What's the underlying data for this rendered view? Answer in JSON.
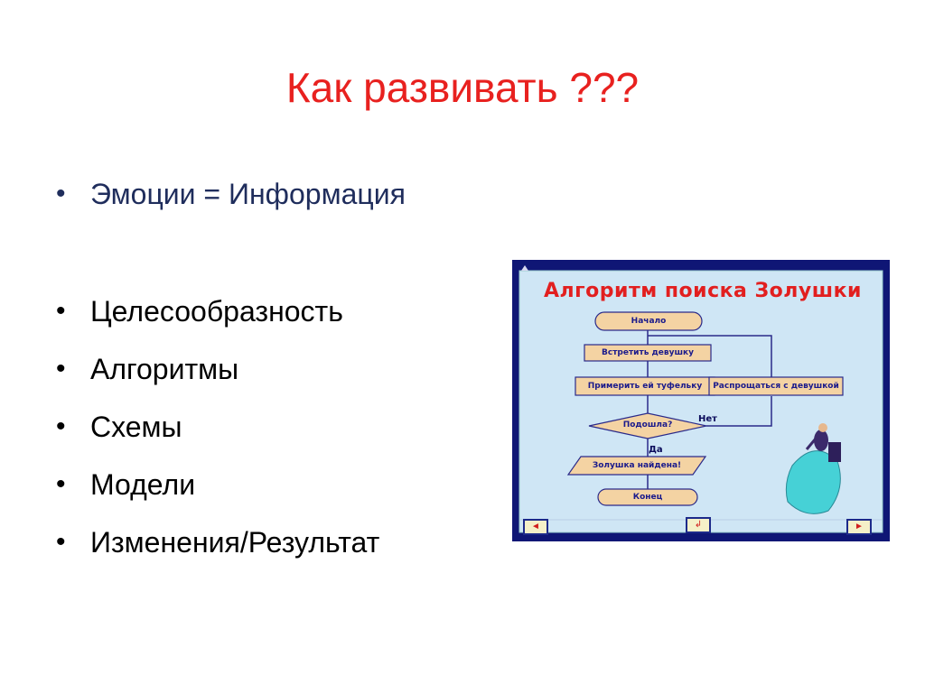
{
  "slide": {
    "title": "Как развивать ???",
    "bullets": [
      "Эмоции = Информация",
      "Целесообразность",
      "Алгоритмы",
      "Схемы",
      "Модели",
      "Изменения/Результат"
    ]
  },
  "figure": {
    "title": "Алгоритм поиска Золушки",
    "nodes": {
      "start": "Начало",
      "meet": "Встретить девушку",
      "try_shoe": "Примерить ей туфельку",
      "farewell": "Распрощаться с девушкой",
      "fits": "Подошла?",
      "found": "Золушка найдена!",
      "end": "Конец"
    },
    "edges": {
      "no": "Нет",
      "yes": "Да"
    },
    "nav": {
      "prev": "◄",
      "return": "↲",
      "next": "►"
    },
    "colors": {
      "frame": "#0f1675",
      "panel": "#cfe6f5",
      "node_fill": "#f4d3a3",
      "line": "#2a2a8a",
      "title": "#e21f1f"
    }
  }
}
